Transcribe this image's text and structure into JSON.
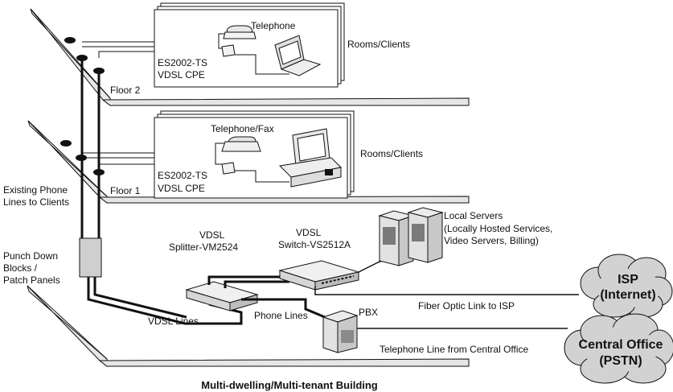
{
  "floor2": {
    "name": "Floor 2",
    "rooms": "Rooms/Clients",
    "device": "Telephone",
    "cpe_model": "ES2002-TS",
    "cpe_type": "VDSL CPE"
  },
  "floor1": {
    "name": "Floor 1",
    "rooms": "Rooms/Clients",
    "device": "Telephone/Fax",
    "cpe_model": "ES2002-TS",
    "cpe_type": "VDSL CPE"
  },
  "left_labels": {
    "phone_lines_1": "Existing Phone",
    "phone_lines_2": "Lines to Clients",
    "punch_1": "Punch Down",
    "punch_2": "Blocks /",
    "punch_3": "Patch Panels"
  },
  "equipment": {
    "splitter_1": "VDSL",
    "splitter_2": "Splitter-VM2524",
    "switch_1": "VDSL",
    "switch_2": "Switch-VS2512A",
    "servers_1": "Local Servers",
    "servers_2": "(Locally Hosted Services,",
    "servers_3": "Video Servers, Billing)",
    "pbx": "PBX"
  },
  "links": {
    "vdsl_lines": "VDSL Lines",
    "phone_lines": "Phone Lines",
    "fiber": "Fiber Optic Link to ISP",
    "telephone_line": "Telephone Line from Central Office"
  },
  "clouds": {
    "isp_1": "ISP",
    "isp_2": "(Internet)",
    "co_1": "Central Office",
    "co_2": "(PSTN)"
  },
  "caption": "Multi-dwelling/Multi-tenant Building",
  "colors": {
    "line": "#111111",
    "floor_fill": "#e6e6e6",
    "cloud_fill": "#d2d2d2",
    "device_fill": "#f2f2f2"
  }
}
